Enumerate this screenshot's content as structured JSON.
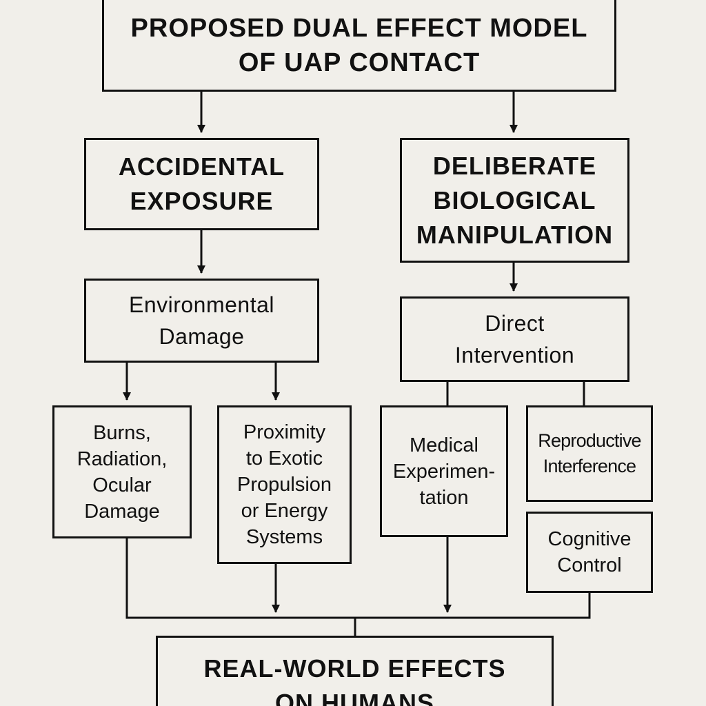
{
  "title": {
    "lines": [
      "PROPOSED DUAL EFFECT MODEL",
      "OF UAP CONTACT"
    ]
  },
  "branches": {
    "accidental": {
      "lines": [
        "ACCIDENTAL",
        "EXPOSURE"
      ],
      "child": {
        "lines": [
          "Environmental",
          "Damage"
        ]
      },
      "effects": [
        {
          "lines": [
            "Burns,",
            "Radiation,",
            "Ocular",
            "Damage"
          ]
        },
        {
          "lines": [
            "Proximity",
            "to Exotic",
            "Propulsion",
            "or Energy",
            "Systems"
          ]
        }
      ]
    },
    "deliberate": {
      "lines": [
        "DELIBERATE",
        "BIOLOGICAL",
        "MANIPULATION"
      ],
      "child": {
        "lines": [
          "Direct",
          "Intervention"
        ]
      },
      "effects": [
        {
          "lines": [
            "Medical",
            "Experimen-",
            "tation"
          ]
        },
        {
          "lines": [
            "Reproductive",
            "Interference"
          ]
        },
        {
          "lines": [
            "Cognitive",
            "Control"
          ]
        }
      ]
    }
  },
  "outcome": {
    "lines": [
      "REAL-WORLD EFFECTS",
      "ON HUMANS"
    ]
  }
}
